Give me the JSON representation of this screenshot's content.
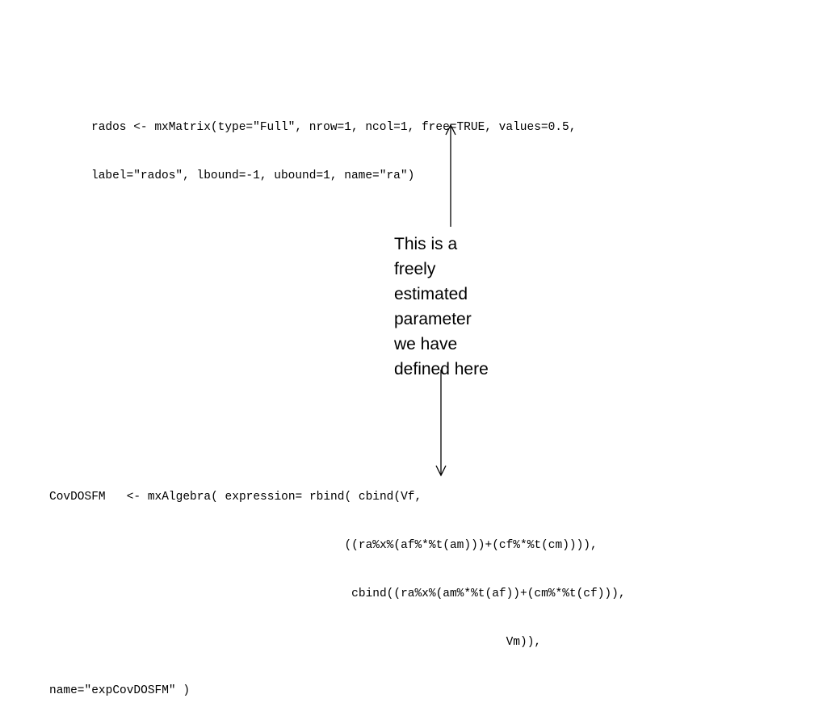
{
  "top_code": {
    "lines": [
      "rados <- mxMatrix(type=\"Full\", nrow=1, ncol=1, free=TRUE, values=0.5,",
      "label=\"rados\", lbound=-1, ubound=1, name=\"ra\")"
    ]
  },
  "callout": {
    "lines": [
      "This is a",
      "freely",
      "estimated",
      "parameter",
      "we have",
      "defined here"
    ]
  },
  "bottom_code": {
    "lines": [
      "CovDOSFM   <- mxAlgebra( expression= rbind( cbind(Vf,",
      "                                          ((ra%x%(af%*%t(am)))+(cf%*%t(cm)))),",
      "                                           cbind((ra%x%(am%*%t(af))+(cm%*%t(cf))),",
      "                                                                 Vm)),",
      "name=\"expCovDOSFM\" )"
    ]
  },
  "icons": {
    "up_arrow": "arrow-up-icon",
    "down_arrow": "arrow-down-icon"
  }
}
